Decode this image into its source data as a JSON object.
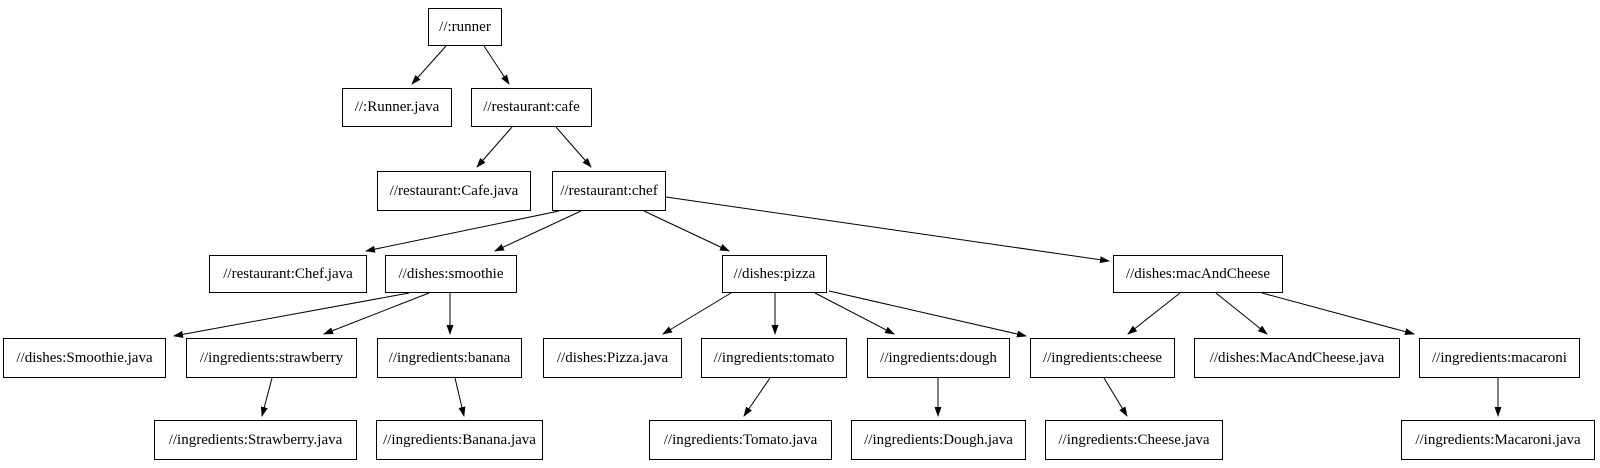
{
  "graph": {
    "type": "directed-dependency-graph",
    "nodes": [
      {
        "id": "runner",
        "label": "//:runner"
      },
      {
        "id": "runner_java",
        "label": "//:Runner.java"
      },
      {
        "id": "cafe",
        "label": "//restaurant:cafe"
      },
      {
        "id": "cafe_java",
        "label": "//restaurant:Cafe.java"
      },
      {
        "id": "chef",
        "label": "//restaurant:chef"
      },
      {
        "id": "chef_java",
        "label": "//restaurant:Chef.java"
      },
      {
        "id": "smoothie",
        "label": "//dishes:smoothie"
      },
      {
        "id": "pizza",
        "label": "//dishes:pizza"
      },
      {
        "id": "mac_and_cheese",
        "label": "//dishes:macAndCheese"
      },
      {
        "id": "smoothie_java",
        "label": "//dishes:Smoothie.java"
      },
      {
        "id": "strawberry",
        "label": "//ingredients:strawberry"
      },
      {
        "id": "banana",
        "label": "//ingredients:banana"
      },
      {
        "id": "pizza_java",
        "label": "//dishes:Pizza.java"
      },
      {
        "id": "tomato",
        "label": "//ingredients:tomato"
      },
      {
        "id": "dough",
        "label": "//ingredients:dough"
      },
      {
        "id": "cheese",
        "label": "//ingredients:cheese"
      },
      {
        "id": "mac_and_cheese_java",
        "label": "//dishes:MacAndCheese.java"
      },
      {
        "id": "macaroni",
        "label": "//ingredients:macaroni"
      },
      {
        "id": "strawberry_java",
        "label": "//ingredients:Strawberry.java"
      },
      {
        "id": "banana_java",
        "label": "//ingredients:Banana.java"
      },
      {
        "id": "tomato_java",
        "label": "//ingredients:Tomato.java"
      },
      {
        "id": "dough_java",
        "label": "//ingredients:Dough.java"
      },
      {
        "id": "cheese_java",
        "label": "//ingredients:Cheese.java"
      },
      {
        "id": "macaroni_java",
        "label": "//ingredients:Macaroni.java"
      }
    ],
    "edges": [
      {
        "from": "runner",
        "to": "runner_java"
      },
      {
        "from": "runner",
        "to": "cafe"
      },
      {
        "from": "cafe",
        "to": "cafe_java"
      },
      {
        "from": "cafe",
        "to": "chef"
      },
      {
        "from": "chef",
        "to": "chef_java"
      },
      {
        "from": "chef",
        "to": "smoothie"
      },
      {
        "from": "chef",
        "to": "pizza"
      },
      {
        "from": "chef",
        "to": "mac_and_cheese"
      },
      {
        "from": "smoothie",
        "to": "smoothie_java"
      },
      {
        "from": "smoothie",
        "to": "strawberry"
      },
      {
        "from": "smoothie",
        "to": "banana"
      },
      {
        "from": "strawberry",
        "to": "strawberry_java"
      },
      {
        "from": "banana",
        "to": "banana_java"
      },
      {
        "from": "pizza",
        "to": "pizza_java"
      },
      {
        "from": "pizza",
        "to": "tomato"
      },
      {
        "from": "pizza",
        "to": "dough"
      },
      {
        "from": "pizza",
        "to": "cheese"
      },
      {
        "from": "tomato",
        "to": "tomato_java"
      },
      {
        "from": "dough",
        "to": "dough_java"
      },
      {
        "from": "cheese",
        "to": "cheese_java"
      },
      {
        "from": "mac_and_cheese",
        "to": "cheese"
      },
      {
        "from": "mac_and_cheese",
        "to": "mac_and_cheese_java"
      },
      {
        "from": "mac_and_cheese",
        "to": "macaroni"
      },
      {
        "from": "macaroni",
        "to": "macaroni_java"
      }
    ]
  },
  "colors": {
    "background": "#ffffff",
    "node_fill": "#ffffff",
    "node_border": "#000000",
    "edge": "#000000",
    "text": "#000000"
  }
}
